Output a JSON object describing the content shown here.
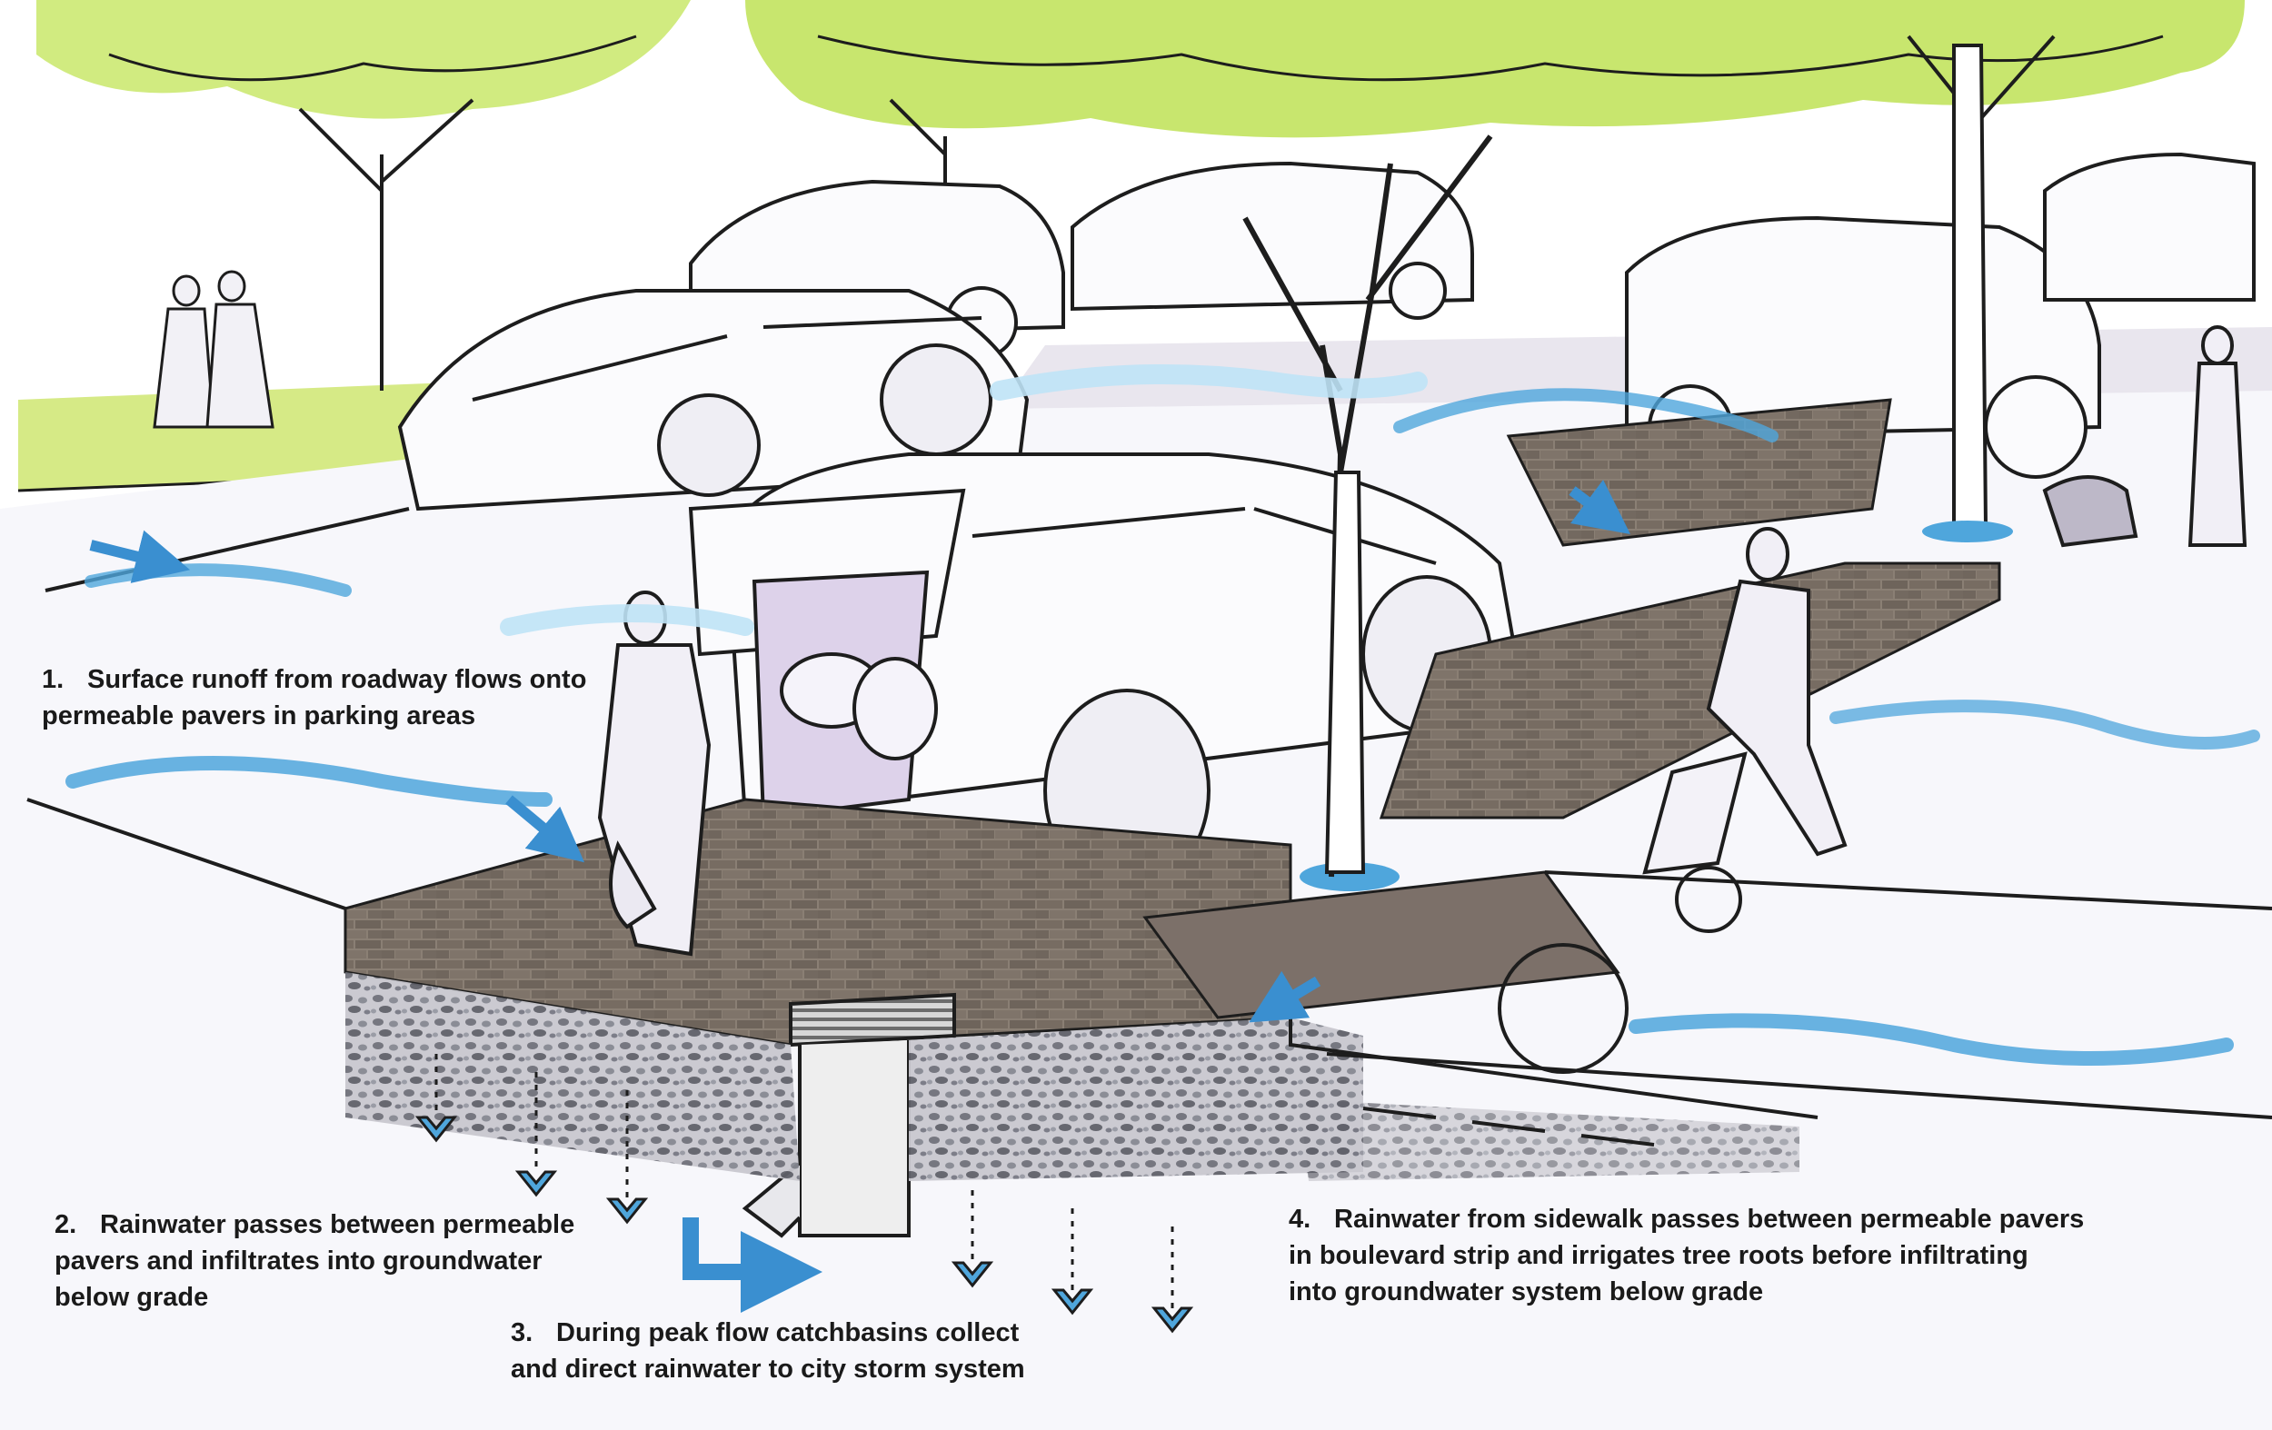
{
  "annotations": [
    {
      "id": "surface-runoff",
      "number": "1.",
      "lines": [
        "Surface runoff from roadway flows onto",
        "permeable pavers in parking areas"
      ]
    },
    {
      "id": "infiltration",
      "number": "2.",
      "lines": [
        "Rainwater passes between permeable",
        "pavers and infiltrates into groundwater",
        "below grade"
      ]
    },
    {
      "id": "catchbasins",
      "number": "3.",
      "lines": [
        "During peak flow catchbasins collect",
        "and direct rainwater to city storm system"
      ]
    },
    {
      "id": "sidewalk-runoff",
      "number": "4.",
      "lines": [
        "Rainwater from sidewalk passes between permeable pavers",
        "in boulevard strip and irrigates tree roots before infiltrating",
        "into groundwater system below grade"
      ]
    }
  ],
  "colors": {
    "water": "#4fa6dc",
    "water_light": "#bfe3f6",
    "foliage": "#c9e86a",
    "paver": "#7a6f66",
    "gravel": "#8e8e96",
    "car_shadow": "#ddd2ea",
    "ink": "#1d1d1d"
  }
}
